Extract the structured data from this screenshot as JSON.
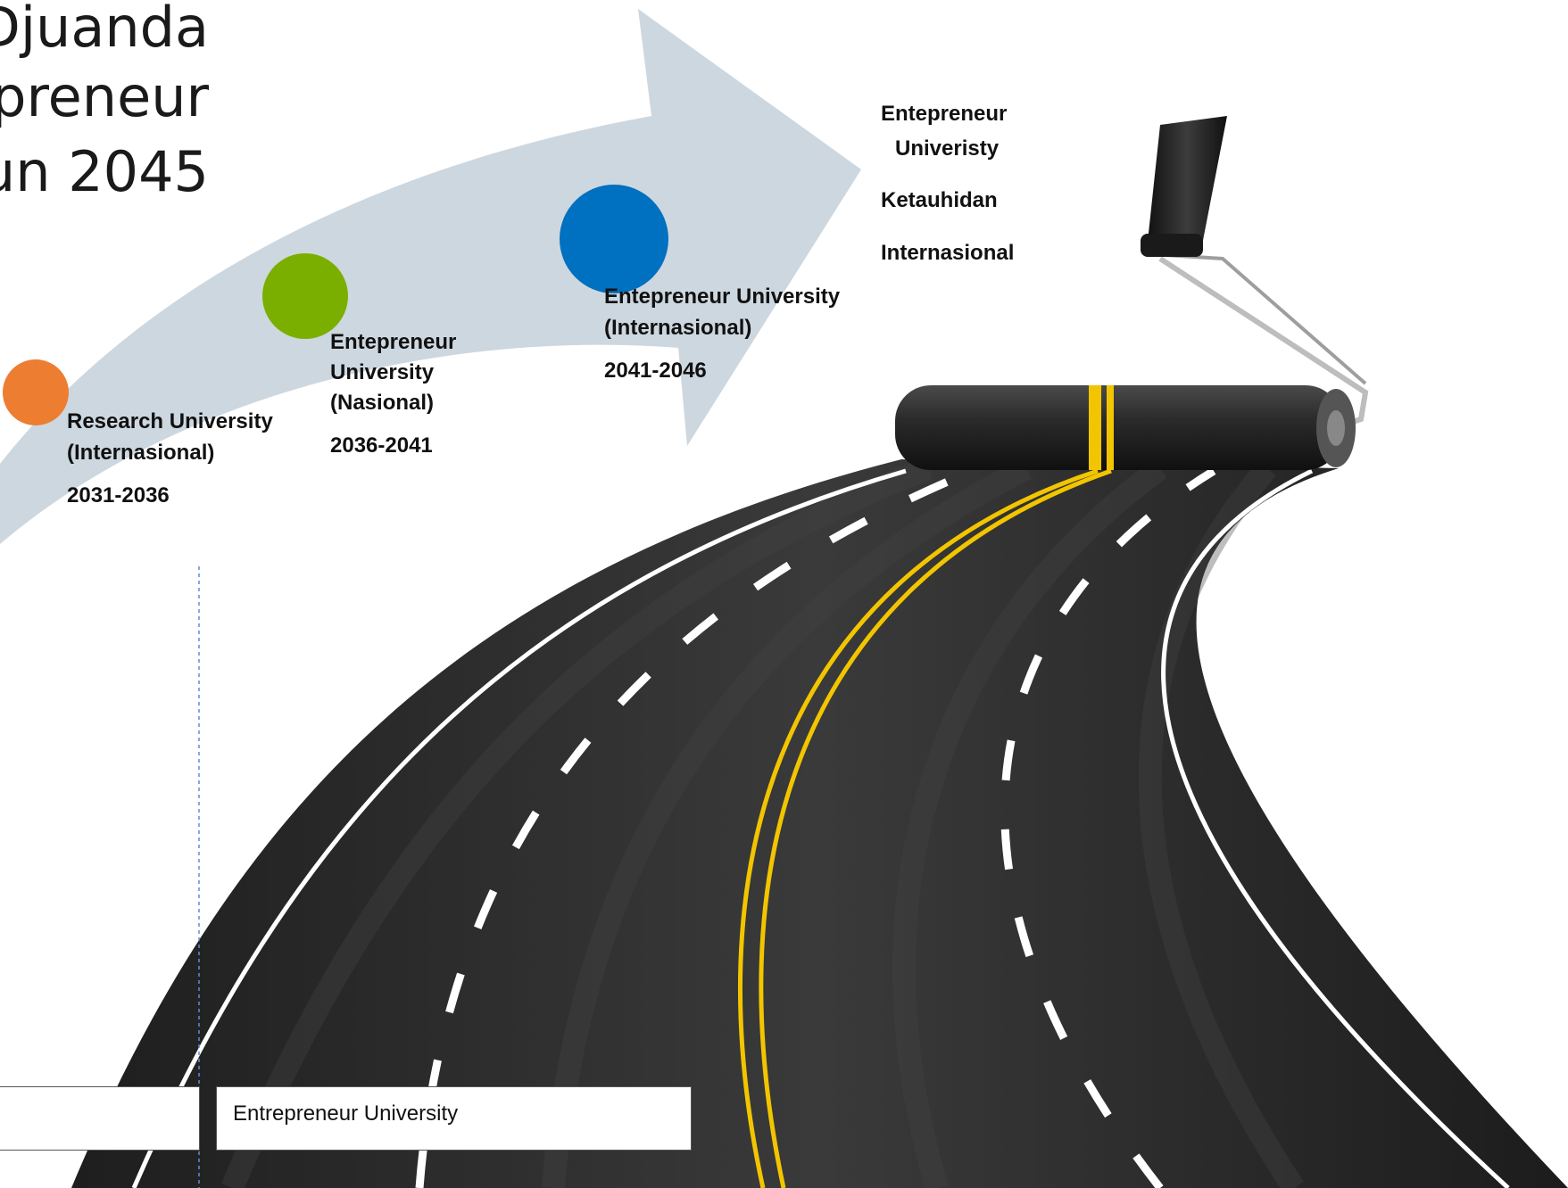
{
  "title_lines": [
    "Djuanda",
    "preneur",
    "un 2045"
  ],
  "milestones": [
    {
      "name": "Research University",
      "scope": "(Internasional)",
      "period": "2031-2036",
      "color": "#ED7D31"
    },
    {
      "name": "Entepreneur University",
      "scope": "(Nasional)",
      "period": "2036-2041",
      "color": "#7AAF00"
    },
    {
      "name": "Entepreneur University",
      "scope": "(Internasional)",
      "period": "2041-2046",
      "color": "#0070C0"
    }
  ],
  "goal": {
    "line1": "Entepreneur",
    "line2": "Univeristy",
    "line3": "Ketauhidan",
    "line4": "Internasional"
  },
  "boxes": [
    {
      "label": ""
    },
    {
      "label": "Entrepreneur University"
    }
  ],
  "colors": {
    "arrow": "#CDD7DF",
    "road": "#2a2a2a",
    "center_line": "#F2C500",
    "lane_mark": "#ffffff"
  }
}
